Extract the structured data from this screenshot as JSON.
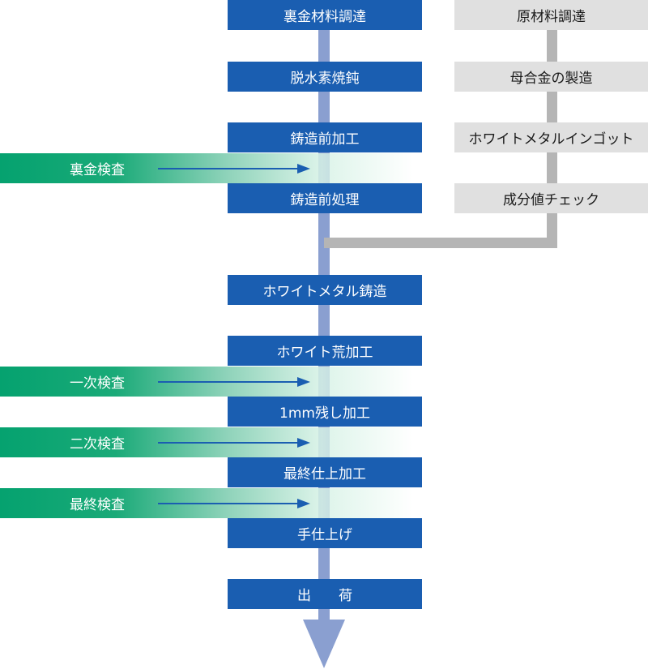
{
  "process_flow": [
    {
      "label": "裏金材料調達"
    },
    {
      "label": "脱水素焼鈍"
    },
    {
      "label": "鋳造前加工"
    },
    {
      "label": "鋳造前処理"
    },
    {
      "label": "ホワイトメタル鋳造"
    },
    {
      "label": "ホワイト荒加工"
    },
    {
      "label": "1mm残し加工"
    },
    {
      "label": "最終仕上加工"
    },
    {
      "label": "手仕上げ"
    },
    {
      "label": "出　　荷"
    }
  ],
  "material_flow": [
    {
      "label": "原材料調達"
    },
    {
      "label": "母合金の製造"
    },
    {
      "label": "ホワイトメタルインゴット"
    },
    {
      "label": "成分値チェック"
    }
  ],
  "inspections": [
    {
      "label": "裏金検査"
    },
    {
      "label": "一次検査"
    },
    {
      "label": "二次検査"
    },
    {
      "label": "最終検査"
    }
  ],
  "colors": {
    "process_box": "#1a5eb1",
    "material_box": "#e0e0e0",
    "inspection_band": "#05a26f",
    "main_line": "#8a9fd0",
    "material_line": "#b5b5b5",
    "inspection_arrow": "#1a5eb1"
  }
}
